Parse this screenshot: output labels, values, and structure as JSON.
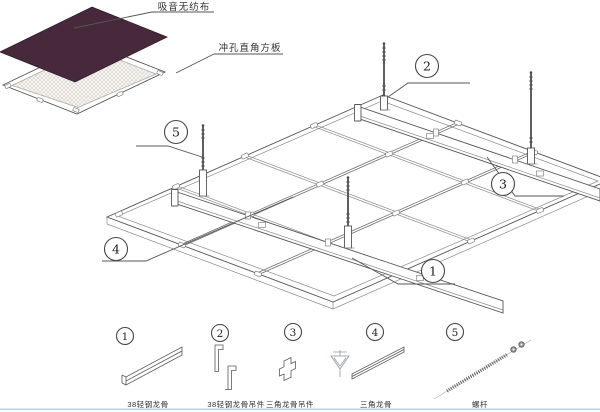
{
  "exploded": {
    "absorber_label": "吸音无纺布",
    "panel_label": "冲孔直角方板"
  },
  "legend": {
    "items": [
      {
        "num": "1",
        "label": "38轻钢龙骨"
      },
      {
        "num": "2",
        "label": "38轻钢龙骨吊件"
      },
      {
        "num": "3",
        "label": "三角龙骨吊件"
      },
      {
        "num": "4",
        "label": "三角龙骨"
      },
      {
        "num": "5",
        "label": "螺杆"
      }
    ]
  },
  "colors": {
    "line": "#555555",
    "panel_fill": "#48293c",
    "panel_edge": "#301d2a",
    "hatch": "#c9c4bf",
    "hatch_bg": "#f7f5f2",
    "bottom_bar": "#b9d3ea"
  }
}
